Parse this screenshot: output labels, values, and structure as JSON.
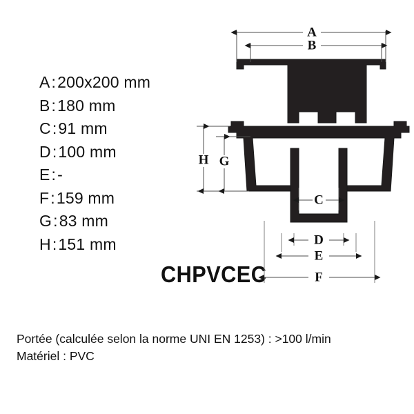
{
  "document": {
    "kind": "technical-datasheet",
    "product_code": "CHPVCEC"
  },
  "specs": {
    "title": "Dimensions",
    "items": [
      {
        "key": "A",
        "sep": ":",
        "value": "200x200 mm"
      },
      {
        "key": "B",
        "sep": ":",
        "value": "180 mm"
      },
      {
        "key": "C",
        "sep": ":",
        "value": "91 mm"
      },
      {
        "key": "D",
        "sep": ":",
        "value": "100 mm"
      },
      {
        "key": "E",
        "sep": ":",
        "value": "-"
      },
      {
        "key": "F",
        "sep": ":",
        "value": "159 mm"
      },
      {
        "key": "G",
        "sep": ":",
        "value": "83 mm"
      },
      {
        "key": "H",
        "sep": ":",
        "value": "151 mm"
      }
    ]
  },
  "footer": {
    "flow_rate_line": "Portée (calculée selon la norme UNI EN 1253) : >100 l/min",
    "material_line": "Matériel : PVC"
  },
  "drawing": {
    "description": "Cross-section of a PVC floor drain: removable grate cover above, tapered body with outlet below",
    "dimension_labels": {
      "A": "A",
      "B": "B",
      "C": "C",
      "D": "D",
      "E": "E",
      "F": "F",
      "G": "G",
      "H": "H"
    },
    "colors": {
      "line": "#1a1a1a",
      "fill": "#231f20",
      "dimension_line": "#4d4d4d",
      "background": "#ffffff"
    }
  }
}
